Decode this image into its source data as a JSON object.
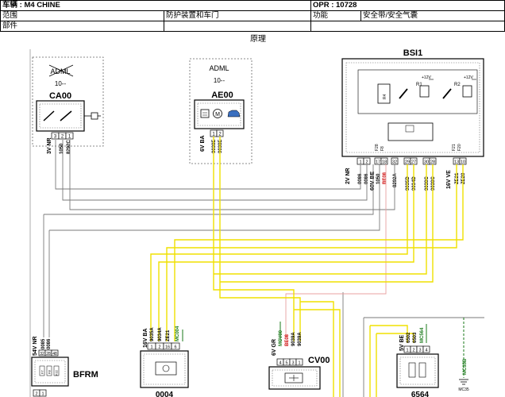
{
  "header": {
    "vehicle": "车辆 : M4 CHINE",
    "opr": "OPR : 10728",
    "scope_label": "范围",
    "scope_value": "防护装置和车门",
    "function_label": "功能",
    "function_value": "安全带/安全气囊",
    "part_label": "部件"
  },
  "diagram_title": "原理",
  "modules": {
    "ca00": {
      "top_label": "ADML",
      "sub_label": "10--",
      "name": "CA00",
      "wire_labels": [
        "3V NR",
        "1050",
        "8292C"
      ],
      "pins": [
        "3",
        "2",
        "1"
      ]
    },
    "ae00": {
      "top_label": "ADML",
      "sub_label": "10--",
      "name": "AE00",
      "wire_labels": [
        "6V BA",
        "9038E",
        "9038E"
      ],
      "pins": [
        "1",
        "2"
      ]
    },
    "bsi1": {
      "name": "BSI1",
      "relays": [
        "R1",
        "R2"
      ],
      "voltage": "+12V",
      "internal_labels": [
        "F28",
        "F8",
        "F21",
        "F20"
      ],
      "connectors": [
        {
          "label": "2V NR",
          "wires": [
            "0086",
            "0086"
          ],
          "pins": [
            "1",
            "2"
          ]
        },
        {
          "label": "60V BE",
          "wires": [
            "1050",
            "BE08"
          ],
          "pins": [
            "17",
            "18"
          ]
        },
        {
          "label": "",
          "wires": [
            "8292A"
          ],
          "pins": [
            "32"
          ]
        },
        {
          "label": "",
          "wires": [
            "9035D",
            "9034D"
          ],
          "pins": [
            "29",
            "27"
          ]
        },
        {
          "label": "",
          "wires": [
            "9038C",
            "9038C"
          ],
          "pins": [
            "30",
            "28"
          ]
        },
        {
          "label": "16V VE",
          "wires": [
            "ZE21",
            "ZE20"
          ],
          "pins": [
            "13",
            "10"
          ]
        }
      ]
    },
    "bfrm": {
      "name": "BFRM",
      "wire_labels": [
        "54V NR",
        "0085",
        "0086"
      ],
      "pins": [
        "32",
        "28",
        "48"
      ],
      "sub_pins": [
        "2",
        "1"
      ],
      "inner_labels": [
        "F7",
        "F8",
        "F22"
      ]
    },
    "m0004": {
      "name": "0004",
      "wire_labels": [
        "16V BA",
        "9035A",
        "9034A",
        "ZE21",
        "MC004"
      ],
      "pins": [
        "1",
        "2",
        "16",
        "6"
      ]
    },
    "cv00": {
      "name": "CV00",
      "wire_labels": [
        "6V GR",
        "MCV00",
        "BE08",
        "9039A",
        "9039A"
      ],
      "pins": [
        "4",
        "5",
        "3",
        "1"
      ]
    },
    "m6564": {
      "name": "6564",
      "wire_labels": [
        "5V BE",
        "6502",
        "6503",
        "MC564"
      ],
      "pins": [
        "1",
        "2",
        "3",
        "4"
      ]
    },
    "ground": {
      "wire": "MC35B",
      "label": "MC35"
    }
  },
  "colors": {
    "yellow": "#f0e000",
    "gray": "#7a7a7a",
    "pink": "#e8a0a0",
    "green": "#1a7a1a",
    "red": "#cc0000"
  }
}
